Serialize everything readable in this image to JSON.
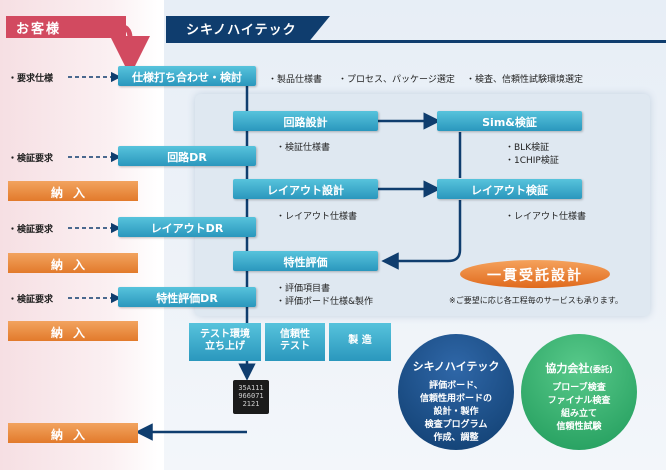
{
  "headers": {
    "customer": "お客様",
    "company": "シキノハイテック"
  },
  "left": {
    "requirement_spec": "・要求仕様",
    "verify_req_1": "・検証要求",
    "verify_req_2": "・検証要求",
    "verify_req_3": "・検証要求",
    "delivery": "納入"
  },
  "boxes": {
    "spec_meeting": "仕様打ち合わせ・検討",
    "circuit_dr": "回路DR",
    "layout_dr": "レイアウトDR",
    "char_eval_dr": "特性評価DR",
    "circuit_design": "回路設計",
    "sim_verify": "Sim&検証",
    "layout_design": "レイアウト設計",
    "layout_verify": "レイアウト検証",
    "char_eval": "特性評価",
    "test_env_1": "テスト環境",
    "test_env_2": "立ち上げ",
    "reliability_1": "信頼性",
    "reliability_2": "テスト",
    "manufacturing": "製 造"
  },
  "notes": {
    "product_spec": "・製品仕様書",
    "process_pkg": "・プロセス、パッケージ選定",
    "inspection": "・検査、信頼性試験環境選定",
    "verify_spec": "・検証仕様書",
    "blk": "・BLK検証",
    "one_chip": "・1CHIP検証",
    "layout_spec_1": "・レイアウト仕様書",
    "layout_spec_2": "・レイアウト仕様書",
    "eval_items": "・評価項目書",
    "eval_board": "・評価ボード仕様&製作",
    "service_note": "※ご要望に応じ各工程毎のサービスも承ります。"
  },
  "consignment": "一貫受託設計",
  "chip_text": {
    "line1": "35A111",
    "line2": "966071",
    "line3": "2121"
  },
  "circle_shikino": {
    "title": "シキノハイテック",
    "lines": [
      "評価ボード、",
      "信頼性用ボードの",
      "設計・製作",
      "検査プログラム",
      "作成、調整"
    ]
  },
  "circle_partner": {
    "title": "協力会社",
    "title_sub": "(委託)",
    "lines": [
      "プローブ検査",
      "ファイナル検査",
      "組み立て",
      "信頼性試験"
    ]
  },
  "colors": {
    "navy": "#0f3d6e",
    "cyan_box": "#2a97bd",
    "orange": "#e27a2b",
    "customer_red": "#d24a60"
  }
}
